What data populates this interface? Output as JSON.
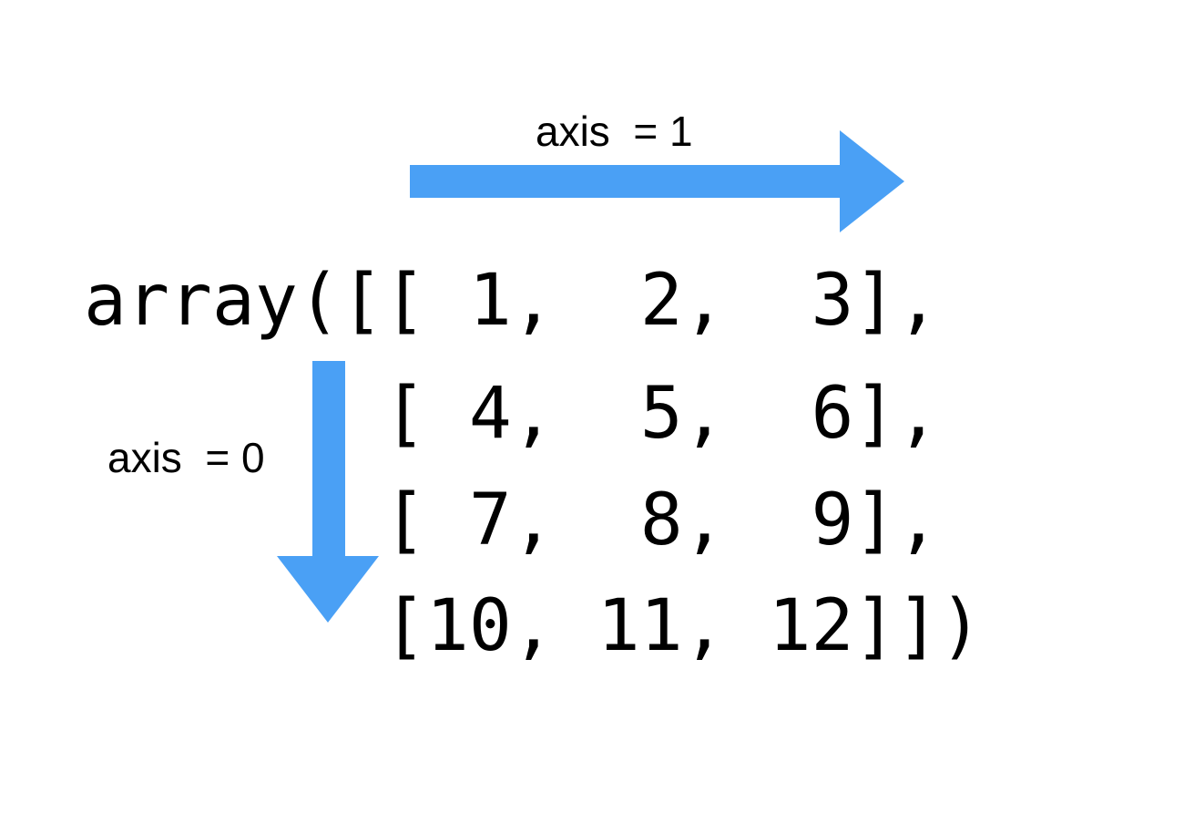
{
  "colors": {
    "arrow": "#4aa0f5",
    "text": "#000000",
    "background": "#ffffff"
  },
  "labels": {
    "axis1": "axis  = 1",
    "axis0": "axis  = 0"
  },
  "code": {
    "prefix": "array(",
    "lines": [
      "[[ 1,  2,  3],",
      " [ 4,  5,  6],",
      " [ 7,  8,  9],",
      " [10, 11, 12]])"
    ]
  }
}
